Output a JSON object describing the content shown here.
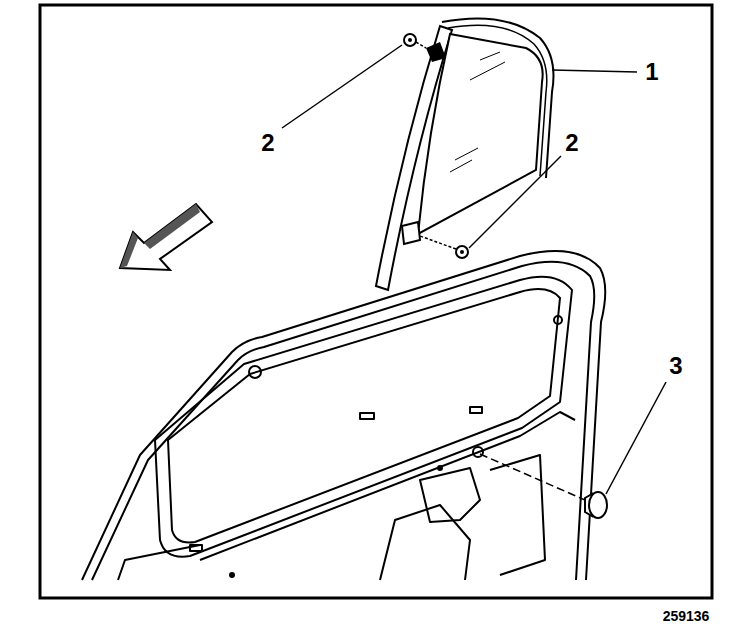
{
  "diagram": {
    "labels": [
      "1",
      "2",
      "2",
      "3",
      "259136"
    ]
  }
}
